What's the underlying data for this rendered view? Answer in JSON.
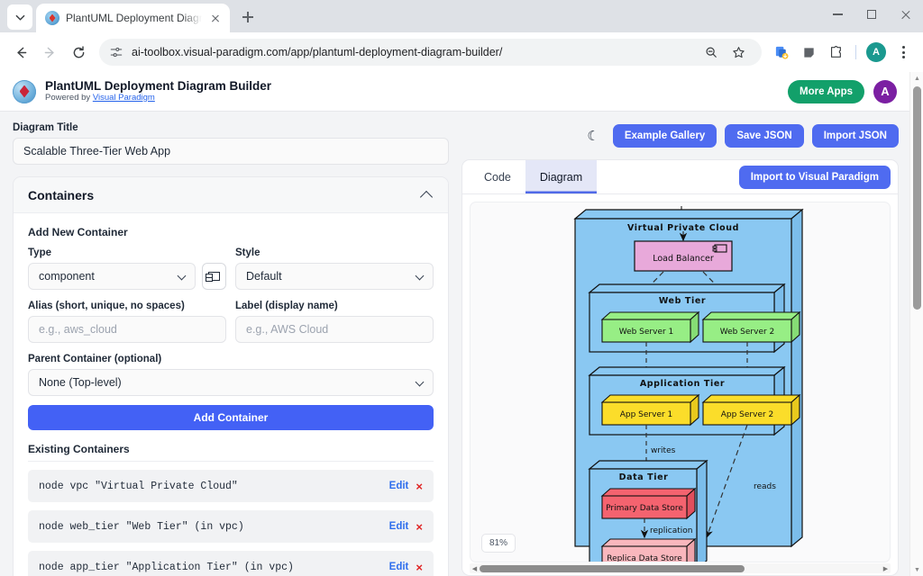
{
  "browser": {
    "tab": {
      "title": "PlantUML Deployment Diagram",
      "favicon": "visual-paradigm-favicon"
    },
    "new_tab_label": "+",
    "url": "ai-toolbox.visual-paradigm.com/app/plantuml-deployment-diagram-builder/",
    "nav": {
      "back": "←",
      "forward": "→",
      "reload": "⟳"
    },
    "profile_initial": "A",
    "window": {
      "minimize": "minimize",
      "maximize": "maximize",
      "close": "close"
    }
  },
  "app": {
    "title": "PlantUML Deployment Diagram Builder",
    "powered_by_prefix": "Powered by ",
    "powered_by_link": "Visual Paradigm",
    "more_apps_label": "More Apps",
    "avatar_initial": "A"
  },
  "left": {
    "diagram_title_label": "Diagram Title",
    "diagram_title_value": "Scalable Three-Tier Web App",
    "containers_card": {
      "header": "Containers",
      "collapse_icon": "chevron-up-icon",
      "add_section_title": "Add New Container",
      "type_label": "Type",
      "type_value": "component",
      "type_icon_button": "uml-component-icon",
      "style_label": "Style",
      "style_value": "Default",
      "alias_label": "Alias (short, unique, no spaces)",
      "alias_placeholder": "e.g., aws_cloud",
      "label_label": "Label (display name)",
      "label_placeholder": "e.g., AWS Cloud",
      "parent_label": "Parent Container (optional)",
      "parent_value": "None (Top-level)",
      "add_button": "Add Container",
      "existing_title": "Existing Containers",
      "row_edit_label": "Edit",
      "row_delete_label": "×",
      "existing": [
        {
          "code": "node vpc \"Virtual Private Cloud\""
        },
        {
          "code": "node web_tier \"Web Tier\" (in vpc)"
        },
        {
          "code": "node app_tier \"Application Tier\" (in vpc)"
        }
      ]
    }
  },
  "right": {
    "theme_toggle_icon": "moon-icon",
    "example_gallery": "Example Gallery",
    "save_json": "Save JSON",
    "import_json": "Import JSON",
    "import_to_vp": "Import to Visual Paradigm",
    "tabs": [
      {
        "label": "Code",
        "active": false
      },
      {
        "label": "Diagram",
        "active": true
      }
    ],
    "zoom_level": "81%"
  },
  "diagram": {
    "type": "plantuml-deployment-diagram",
    "colors": {
      "cloud_fill": "#7ec2f0",
      "node_fill": "#8ac8f2",
      "component_fill": "#e8a9da",
      "webserver_fill": "#97ee85",
      "appserver_fill": "#fbdd2a",
      "primary_store_fill": "#f4636f",
      "replica_store_fill": "#f9b7bd",
      "stroke": "#1a1a1a"
    },
    "nodes": [
      {
        "id": "vpc",
        "label": "Virtual Private Cloud",
        "kind": "node"
      },
      {
        "id": "lb",
        "label": "Load Balancer",
        "kind": "component",
        "parent": "vpc"
      },
      {
        "id": "web_tier",
        "label": "Web Tier",
        "kind": "node",
        "parent": "vpc"
      },
      {
        "id": "web1",
        "label": "Web Server 1",
        "kind": "node3d",
        "parent": "web_tier"
      },
      {
        "id": "web2",
        "label": "Web Server 2",
        "kind": "node3d",
        "parent": "web_tier"
      },
      {
        "id": "app_tier",
        "label": "Application Tier",
        "kind": "node",
        "parent": "vpc"
      },
      {
        "id": "app1",
        "label": "App Server 1",
        "kind": "node3d",
        "parent": "app_tier"
      },
      {
        "id": "app2",
        "label": "App Server 2",
        "kind": "node3d",
        "parent": "app_tier"
      },
      {
        "id": "data_tier",
        "label": "Data Tier",
        "kind": "node",
        "parent": "vpc"
      },
      {
        "id": "primary",
        "label": "Primary Data Store",
        "kind": "node3d",
        "parent": "data_tier"
      },
      {
        "id": "replica",
        "label": "Replica Data Store",
        "kind": "node3d",
        "parent": "data_tier"
      }
    ],
    "edges": [
      {
        "from": "lb",
        "to": "web1",
        "label": ""
      },
      {
        "from": "lb",
        "to": "web2",
        "label": ""
      },
      {
        "from": "web1",
        "to": "app1",
        "label": ""
      },
      {
        "from": "web2",
        "to": "app2",
        "label": ""
      },
      {
        "from": "app1",
        "to": "primary",
        "label": "writes"
      },
      {
        "from": "app2",
        "to": "replica",
        "label": "reads"
      },
      {
        "from": "primary",
        "to": "replica",
        "label": "replication"
      }
    ]
  }
}
